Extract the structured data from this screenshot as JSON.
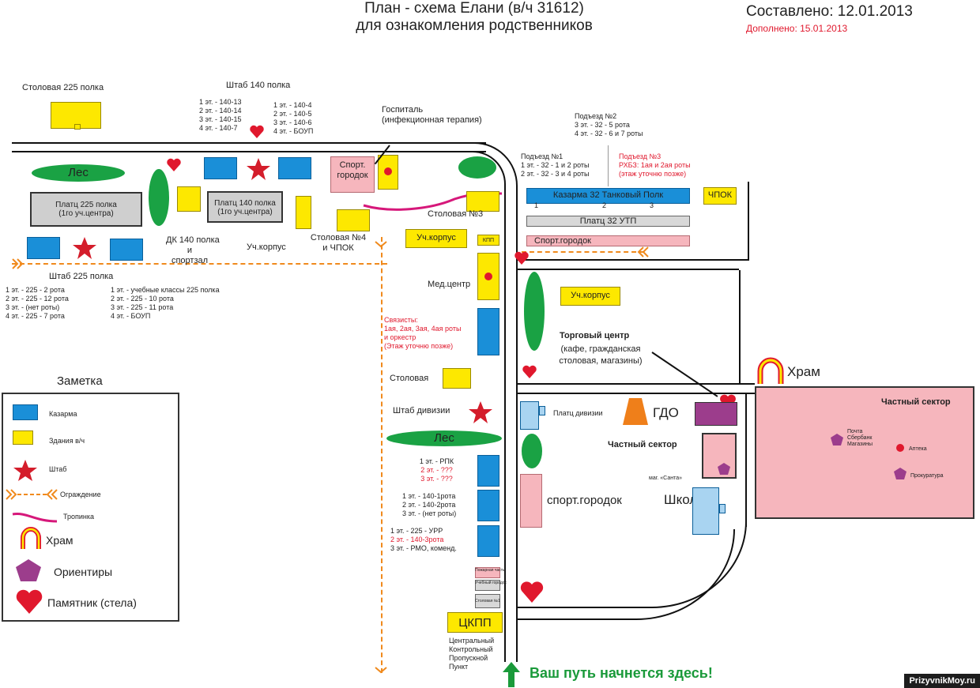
{
  "title": {
    "line1": "План - схема Елани (в/ч 31612)",
    "line2": "для ознакомления родственников"
  },
  "compiled": "Составлено: 12.01.2013",
  "updated": "Дополнено: 15.01.2013",
  "labels": {
    "stolovaya225": "Столовая 225 полка",
    "shtab140": "Штаб 140 полка",
    "shtab140_left": [
      "1 эт. - 140-13",
      "2 эт. - 140-14",
      "3 эт. - 140-15",
      "4 эт. - 140-7"
    ],
    "shtab140_right": [
      "1 эт. - 140-4",
      "2 эт. - 140-5",
      "3 эт. - 140-6",
      "4 эт. - БОУП"
    ],
    "gospital": [
      "Госпиталь",
      "(инфекционная терапия)"
    ],
    "podezd2": [
      "Подъезд №2",
      "3 эт. - 32 - 5 рота",
      "4 эт. - 32 - 6 и 7 роты"
    ],
    "podezd1": [
      "Подъезд №1",
      "1 эт. - 32 - 1 и 2 роты",
      "2 эт. - 32 - 3 и 4 роты"
    ],
    "podezd3": [
      "Подъезд №3",
      "РХБЗ: 1ая и 2ая роты",
      "(этаж уточню позже)"
    ],
    "les": "Лес",
    "sport_gorodok_top": [
      "Спорт.",
      "городок"
    ],
    "platc225": [
      "Платц 225 полка",
      "(1го уч.центра)"
    ],
    "platc140": [
      "Платц 140 полка",
      "(1го уч.центра)"
    ],
    "dk140": [
      "ДК 140 полка",
      "и",
      "спортзал"
    ],
    "uch_korpus": "Уч.корпус",
    "stolovaya4": [
      "Столовая №4",
      "и ЧПОК"
    ],
    "stolovaya3": "Столовая №3",
    "kazarma32": "Казарма 32 Танковый Полк",
    "chpok": "ЧПОК",
    "platc32": "Платц 32 УТП",
    "sport_gorodok_32": "Спорт.городок",
    "kpp": "КПП",
    "shtab225": "Штаб 225 полка",
    "shtab225_left": [
      "1 эт. - 225 - 2 рота",
      "2 эт. - 225 - 12 рота",
      "3 эт. - (нет роты)",
      "4 эт. - 225 - 7 рота"
    ],
    "shtab225_right": [
      "1 эт. - учебные классы 225 полка",
      "2 эт. - 225 - 10 рота",
      "3 эт. - 225 - 11 рота",
      "4 эт. - БОУП"
    ],
    "med_center": "Мед.центр",
    "svyazisty": [
      "Связисты:",
      "1ая, 2ая, 3ая, 4ая роты",
      "и оркестр",
      "(Этаж уточню позже)"
    ],
    "torg_center": "Торговый центр",
    "torg_center_sub": [
      "(кафе, гражданская",
      "столовая, магазины)"
    ],
    "hram_big": "Храм",
    "chastny_big": "Частный сектор",
    "chastny_items": [
      "Почта",
      "Сбербанк",
      "Магазины",
      "Аптека",
      "Прокуратура"
    ],
    "stolovaya": "Столовая",
    "shtab_divizii": "Штаб дивизии",
    "platc_divizii": "Платц дивизии",
    "gdo": "ГДО",
    "chastny_small": "Частный сектор",
    "mag_santa": "маг. «Санта»",
    "rpk": [
      "1 эт. - РПК",
      "2 эт. - ???",
      "3 эт. - ???"
    ],
    "b140": [
      "1 эт. - 140-1рота",
      "2 эт. - 140-2рота",
      "3 эт. - (нет роты)"
    ],
    "b225": [
      "1 эт. - 225 - УРР",
      "2 эт. - 140-3рота",
      "3 эт. - РМО, комeнд."
    ],
    "sport_gorodok_bottom": "спорт.городок",
    "shkola": "Школа",
    "small_boxes": [
      "Пожарная часть",
      "Учебный городок",
      "Столовая №1"
    ],
    "ckpp": "ЦКПП",
    "ckpp_full": [
      "Центральный",
      "Контрольный",
      "Пропускной",
      "Пункт"
    ],
    "start": "Ваш путь начнется здесь!",
    "watermark": "PrizyvnikMoy.ru"
  },
  "legend": {
    "title": "Заметка",
    "items": [
      {
        "icon": "barracks-icon",
        "label": "Казарма"
      },
      {
        "icon": "building-icon",
        "label": "Здания в/ч"
      },
      {
        "icon": "star-icon",
        "label": "Штаб"
      },
      {
        "icon": "fence-icon",
        "label": "Ограждение"
      },
      {
        "icon": "path-icon",
        "label": "Тропинка"
      },
      {
        "icon": "temple-icon",
        "label": "Храм"
      },
      {
        "icon": "landmark-icon",
        "label": "Ориентиры"
      },
      {
        "icon": "monument-icon",
        "label": "Памятник (стела)"
      }
    ]
  },
  "colors": {
    "barracks": "#1a8fd8",
    "building": "#fde800",
    "headquarters": "#d41d2b",
    "fence": "#f08a1d",
    "path": "#d6187a",
    "forest": "#1aa244",
    "private": "#f6b6bd",
    "landmark": "#9c3d8c",
    "start_arrow": "#1a9a3a"
  }
}
